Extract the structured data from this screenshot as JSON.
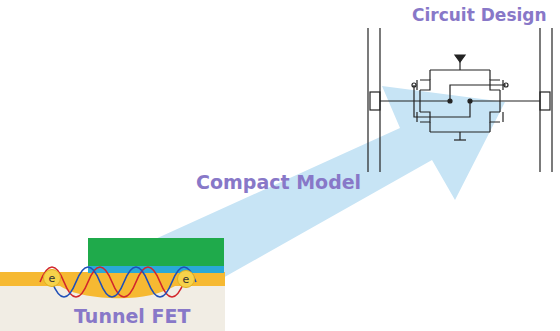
{
  "diagram": {
    "nodes": [
      {
        "text": [
          "e"
        ]
      },
      {
        "text": [
          "e"
        ]
      }
    ],
    "labels": [
      "Circuit Design",
      "Compact Model",
      "Tunnel FET"
    ]
  }
}
